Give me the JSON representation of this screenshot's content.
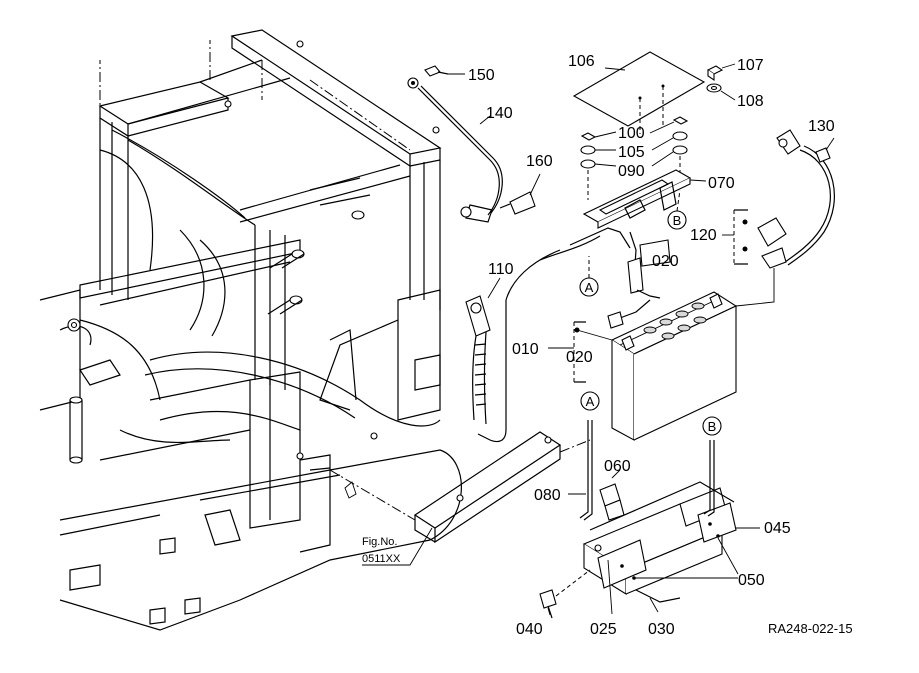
{
  "diagram": {
    "part_labels": {
      "p150": "150",
      "p140": "140",
      "p160": "160",
      "p106": "106",
      "p107": "107",
      "p108": "108",
      "p100": "100",
      "p105": "105",
      "p090": "090",
      "p070": "070",
      "p130": "130",
      "p120": "120",
      "p110": "110",
      "p020a": "020",
      "p010": "010",
      "p020b": "020",
      "p060": "060",
      "p080": "080",
      "p045": "045",
      "p050": "050",
      "p040": "040",
      "p025": "025",
      "p030": "030"
    },
    "callouts": {
      "a_top": "A",
      "a_lower": "A",
      "b_top": "B",
      "b_lower": "B"
    },
    "fig_ref": {
      "line1": "Fig.No.",
      "line2": "0511XX"
    },
    "drawing_code": "RA248-022-15"
  }
}
